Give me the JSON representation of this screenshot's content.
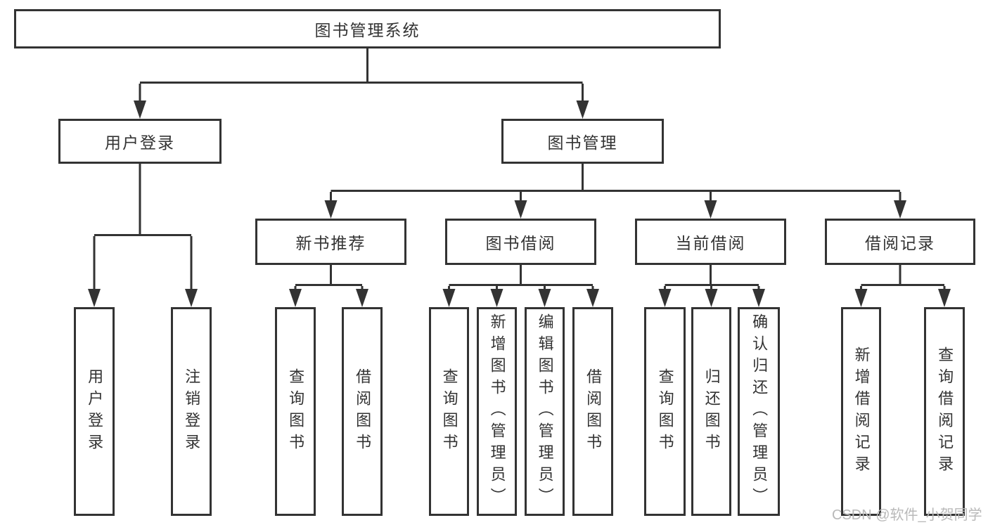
{
  "nodes": {
    "root": "图书管理系统",
    "user_login": "用户登录",
    "book_management": "图书管理",
    "new_book_recommend": "新书推荐",
    "book_borrow": "图书借阅",
    "current_borrow": "当前借阅",
    "borrow_records": "借阅记录",
    "leaf_user_login": "用户登录",
    "leaf_logout": "注销登录",
    "leaf_query_book_recommend": "查询图书",
    "leaf_borrow_book_recommend": "借阅图书",
    "leaf_query_book_borrow": "查询图书",
    "leaf_add_book_admin": "新增图书（管理员）",
    "leaf_edit_book_admin": "编辑图书（管理员）",
    "leaf_borrow_book_borrow": "借阅图书",
    "leaf_query_book_current": "查询图书",
    "leaf_return_book": "归还图书",
    "leaf_confirm_return_admin": "确认归还（管理员）",
    "leaf_add_borrow_record": "新增借阅记录",
    "leaf_query_borrow_record": "查询借阅记录"
  },
  "watermark": "CSDN @软件_小贺同学",
  "colors": {
    "line": "#333333",
    "text": "#333333",
    "background": "#ffffff",
    "watermark": "#b9b9b9"
  }
}
